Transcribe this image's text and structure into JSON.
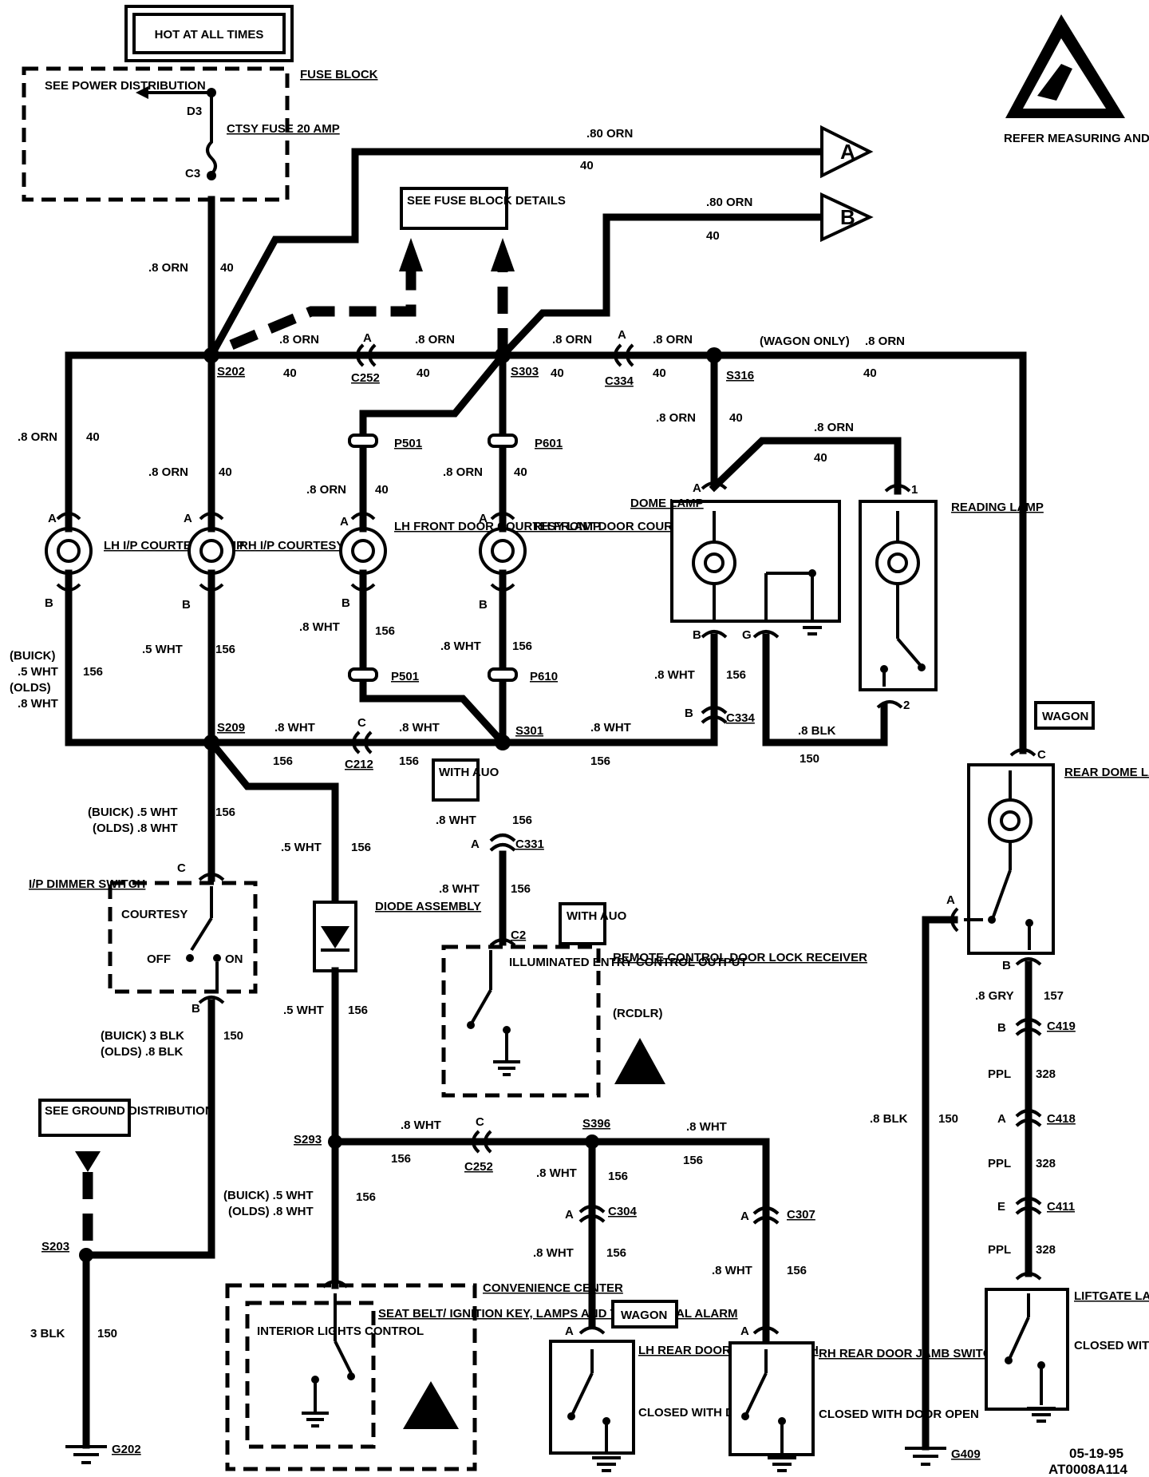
{
  "header": {
    "hot_label": "HOT AT ALL TIMES",
    "fuse_block_label": "FUSE BLOCK",
    "see_power": "SEE POWER DISTRIBUTION",
    "fuse_name": "CTSY FUSE 20 AMP",
    "d3": "D3",
    "c3": "C3",
    "see_fuse_details": "SEE FUSE BLOCK DETAILS",
    "esd_note": "REFER MEASURING AND HANDLING PROCEDURES."
  },
  "connectors_out": {
    "a": "A",
    "b": "B",
    "a_wire": ".80 ORN",
    "a_circuit": "40",
    "b_wire": ".80 ORN",
    "b_circuit": "40"
  },
  "splices": {
    "s202": "S202",
    "s303": "S303",
    "s316": "S316",
    "s209": "S209",
    "s301": "S301",
    "s293": "S293",
    "s396": "S396",
    "s203": "S203"
  },
  "connectors": {
    "c252_top": "C252",
    "c334_top": "C334",
    "c212": "C212",
    "c334_bot": "C334",
    "c331": "C331",
    "c252_bot": "C252",
    "c304": "C304",
    "c307": "C307",
    "c419": "C419",
    "c418": "C418",
    "c411": "C411",
    "p501_top": "P501",
    "p601": "P601",
    "p501_bot": "P501",
    "p610": "P610",
    "c2": "C2"
  },
  "wires": {
    "orn8": ".8 ORN",
    "c40": "40",
    "wht8": ".8 WHT",
    "wht5": ".5 WHT",
    "c156": "156",
    "blk8": ".8 BLK",
    "blk3": "3 BLK",
    "c150": "150",
    "gry8": ".8 GRY",
    "c157": "157",
    "ppl": "PPL",
    "c328": "328",
    "wagon_only": "(WAGON ONLY)",
    "buick": "(BUICK)",
    "olds": "(OLDS)",
    "buick_wht5": "(BUICK) .5 WHT",
    "olds_wht8": "(OLDS) .8 WHT",
    "buick_blk3": "(BUICK) 3 BLK",
    "olds_blk8": "(OLDS) .8 BLK"
  },
  "pins": {
    "a": "A",
    "b": "B",
    "c": "C",
    "e": "E",
    "g": "G",
    "p1": "1",
    "p2": "2"
  },
  "components": {
    "lh_ip": "LH I/P COURTESY LAMP",
    "rh_ip": "RH I/P COURTESY LAMP",
    "lh_front": "LH FRONT DOOR COURTESY LAMP",
    "rh_front": "RH FRONT DOOR COURTESY LAMP",
    "dome": "DOME LAMP",
    "reading": "READING LAMP",
    "rear_dome": "REAR DOME LAMP",
    "ip_dimmer": "I/P DIMMER SWITCH",
    "courtesy": "COURTESY",
    "off": "OFF",
    "on": "ON",
    "diode": "DIODE ASSEMBLY",
    "illum": "ILLUMINATED ENTRY CONTROL OUTPUT",
    "rcdlr": "REMOTE CONTROL DOOR LOCK RECEIVER",
    "rcdlr_abbr": "(RCDLR)",
    "with_auo": "WITH AUO",
    "wagon": "WAGON",
    "see_ground": "SEE GROUND DISTRIBUTION",
    "interior": "INTERIOR LIGHTS CONTROL",
    "seatbelt": "SEAT BELT/ IGNITION KEY, LAMPS AND TURN SIGNAL ALARM",
    "conv_center": "CONVENIENCE CENTER",
    "lh_rear_jamb": "LH REAR DOOR JAMB SWITCH",
    "rh_rear_jamb": "RH REAR DOOR JAMB SWITCH",
    "closed_door": "CLOSED WITH DOOR OPEN",
    "liftgate": "LIFTGATE LAMP SWITCH",
    "liftgate_note": "CLOSED WITH TAILGATE UNLATCHED"
  },
  "grounds": {
    "g202": "G202",
    "g409": "G409"
  },
  "footer": {
    "date": "05-19-95",
    "code": "AT0008A114"
  }
}
